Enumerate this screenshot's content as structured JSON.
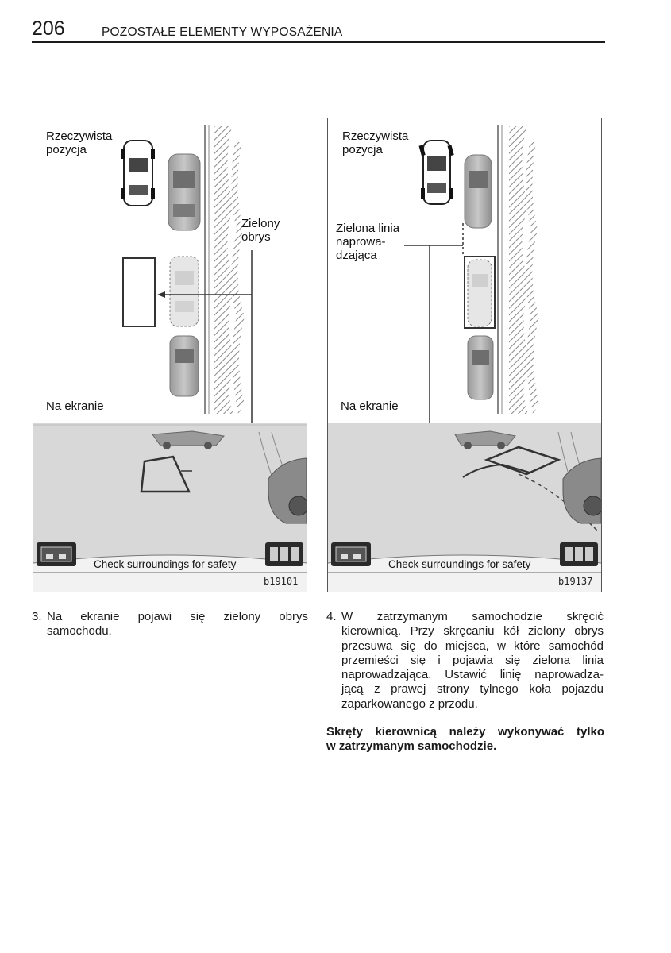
{
  "header": {
    "page_number": "206",
    "section_title": "POZOSTAŁE ELEMENTY WYPOSAŻENIA"
  },
  "figures": [
    {
      "label_actual": "Rzeczywista\npozycja",
      "label_outline": "Zielony\nobrys",
      "label_screen": "Na ekranie",
      "status_text": "Check surroundings for safety",
      "code": "b19101"
    },
    {
      "label_actual": "Rzeczywista\npozycja",
      "label_guide": "Zielona linia\nnaprowa-\ndzająca",
      "label_screen": "Na ekranie",
      "status_text": "Check surroundings for safety",
      "code": "b19137"
    }
  ],
  "steps": [
    {
      "number": "3.",
      "lines": [
        "Na ekranie pojawi się zielony obrys",
        "samochodu."
      ]
    },
    {
      "number": "4.",
      "lines": [
        "W zatrzymanym samochodzie skręcić",
        "kierownicą. Przy skręcaniu kół zielony obrys",
        "przesuwa się do miejsca, w które samochód",
        "przemieści się i pojawia się zielona linia",
        "naprowadzająca. Ustawić linię naprowadza-",
        "jącą z prawej strony tylnego koła pojazdu",
        "zaparkowanego z przodu."
      ]
    }
  ],
  "note": {
    "lines": [
      "Skręty kierownicą należy wykonywać tylko",
      "w zatrzymanym samochodzie."
    ]
  },
  "icons": [
    "parking-camera-icon",
    "panel-buttons-icon"
  ]
}
